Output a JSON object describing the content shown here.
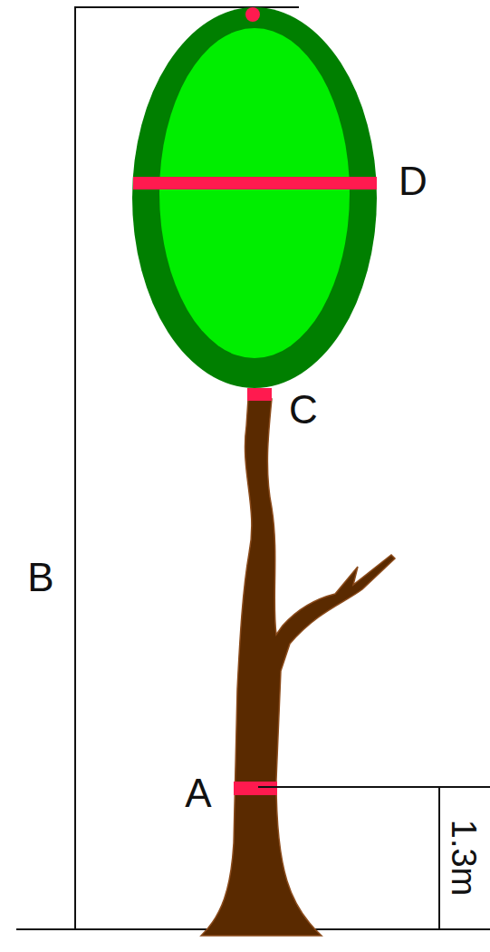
{
  "diagram": {
    "labels": [
      "D",
      "C",
      "B",
      "A",
      "1.3m"
    ]
  }
}
